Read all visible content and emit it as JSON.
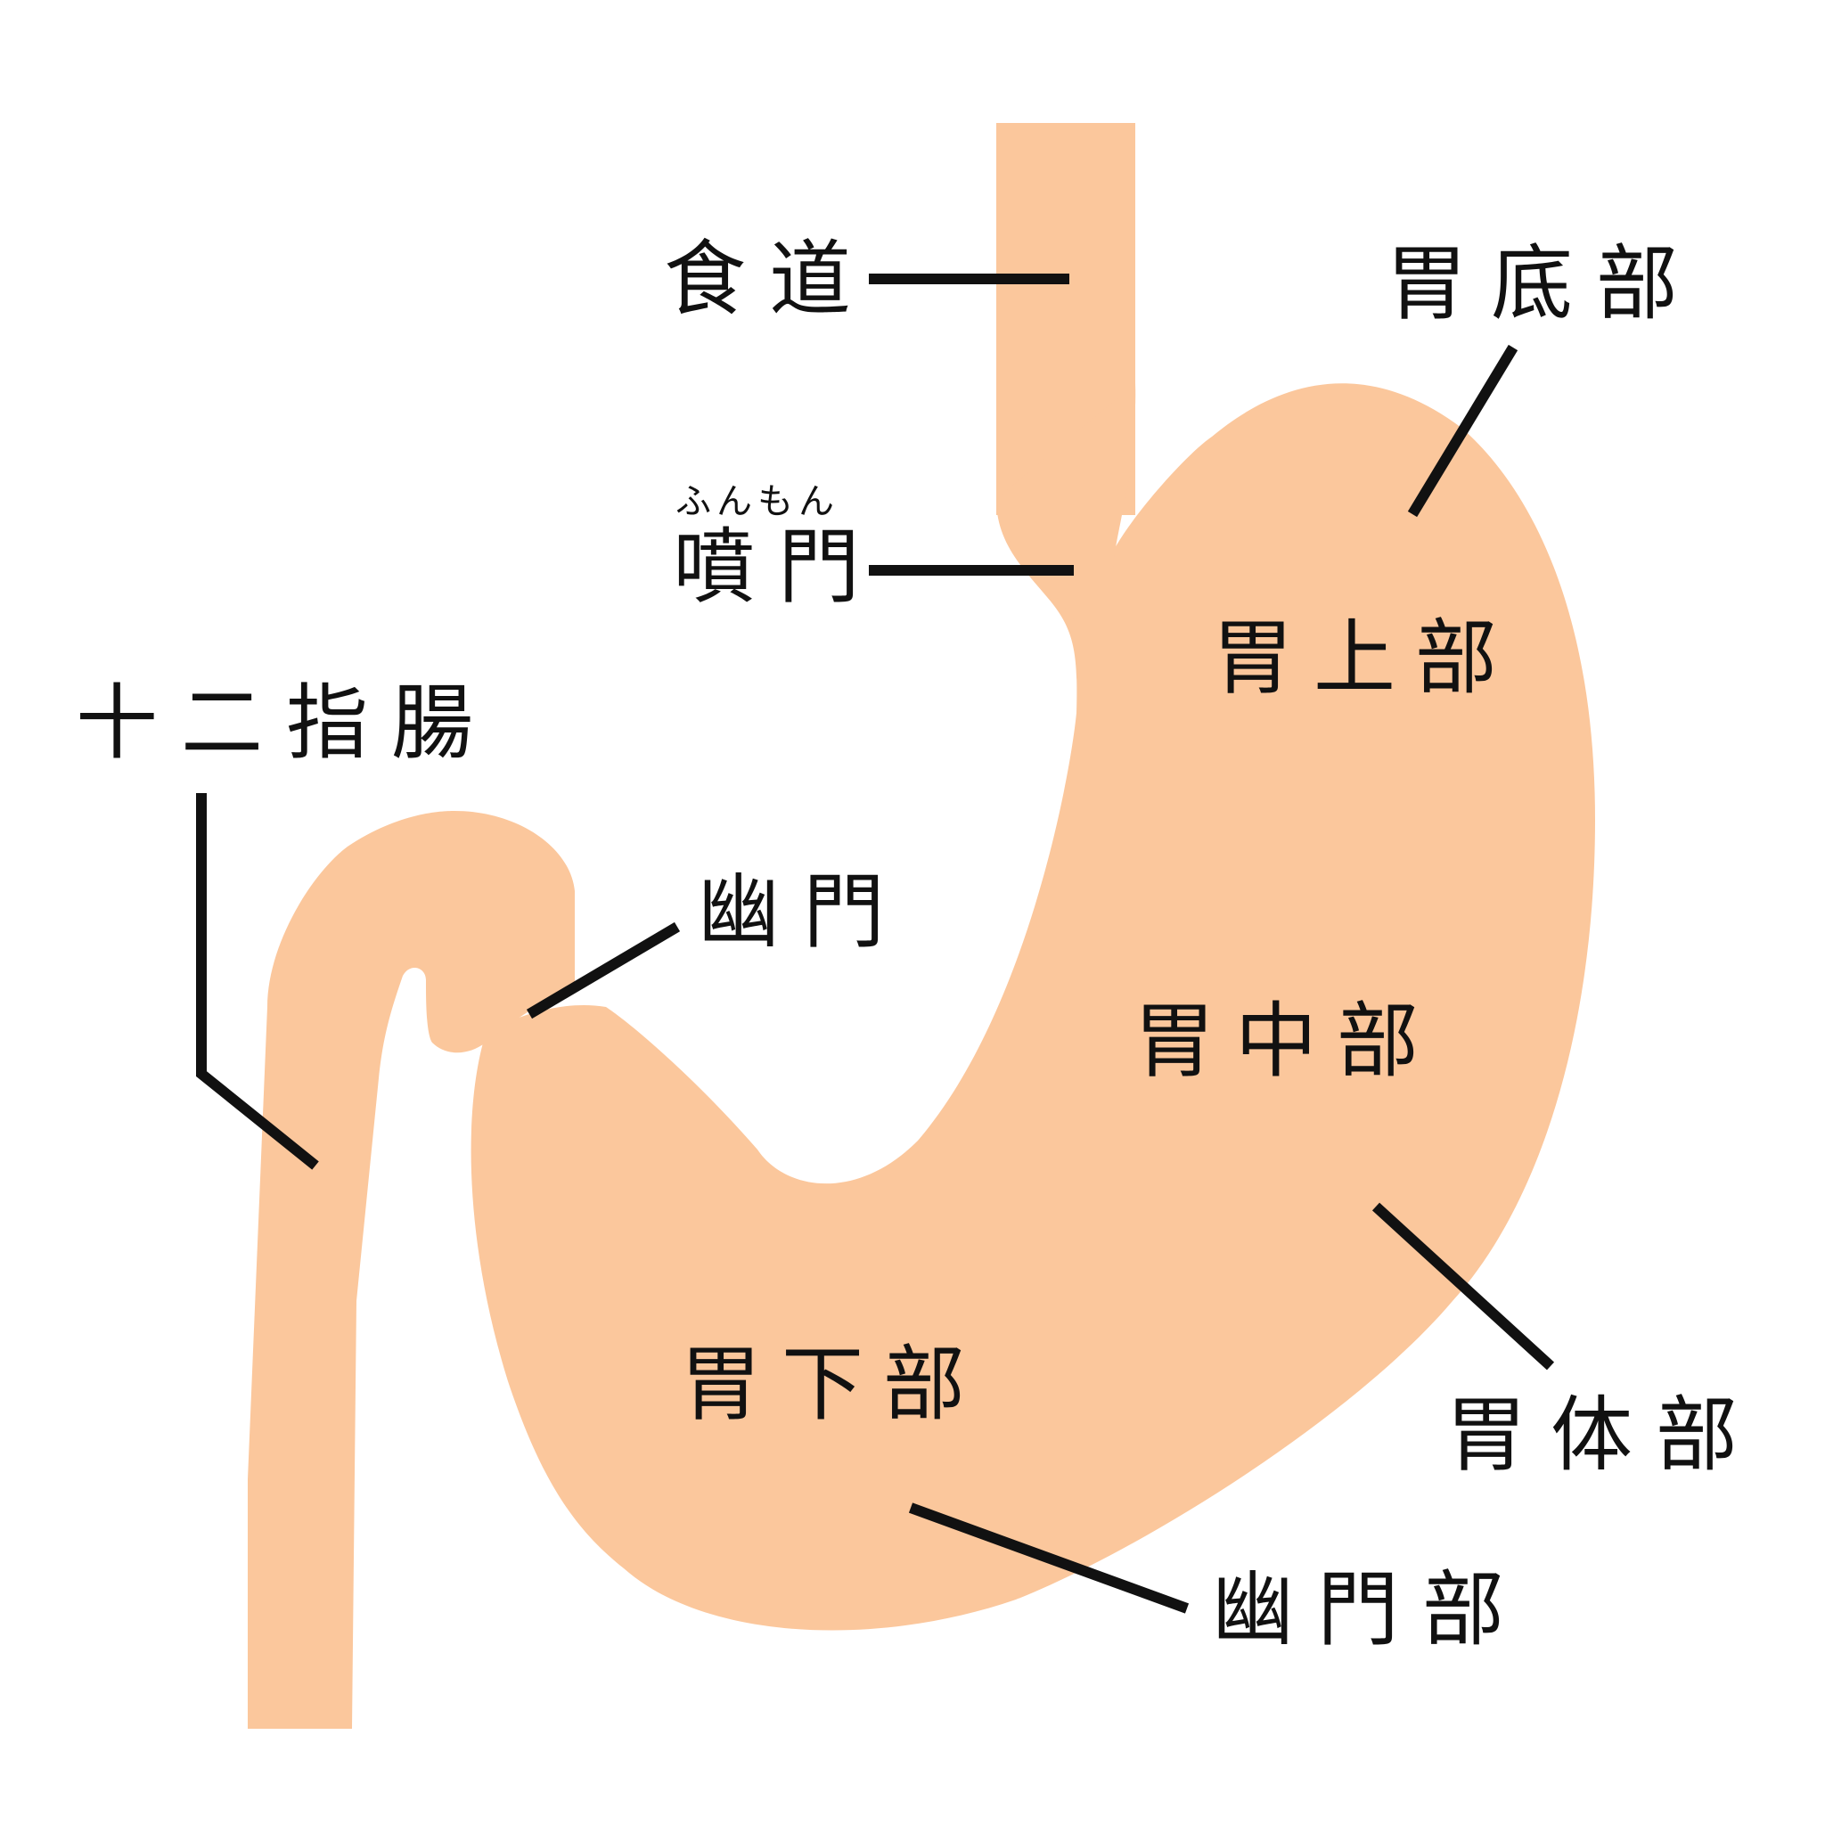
{
  "colors": {
    "organ": "#fbc79c",
    "leader_line": "#111111",
    "background": "#ffffff"
  },
  "labels": {
    "esophagus": "食道",
    "cardia": "噴門",
    "cardia_reading": "ふんもん",
    "fundus": "胃底部",
    "upper_stomach": "胃上部",
    "duodenum": "十二指腸",
    "pylorus": "幽門",
    "middle_stomach": "胃中部",
    "body": "胃体部",
    "lower_stomach": "胃下部",
    "pyloric_part": "幽門部"
  }
}
